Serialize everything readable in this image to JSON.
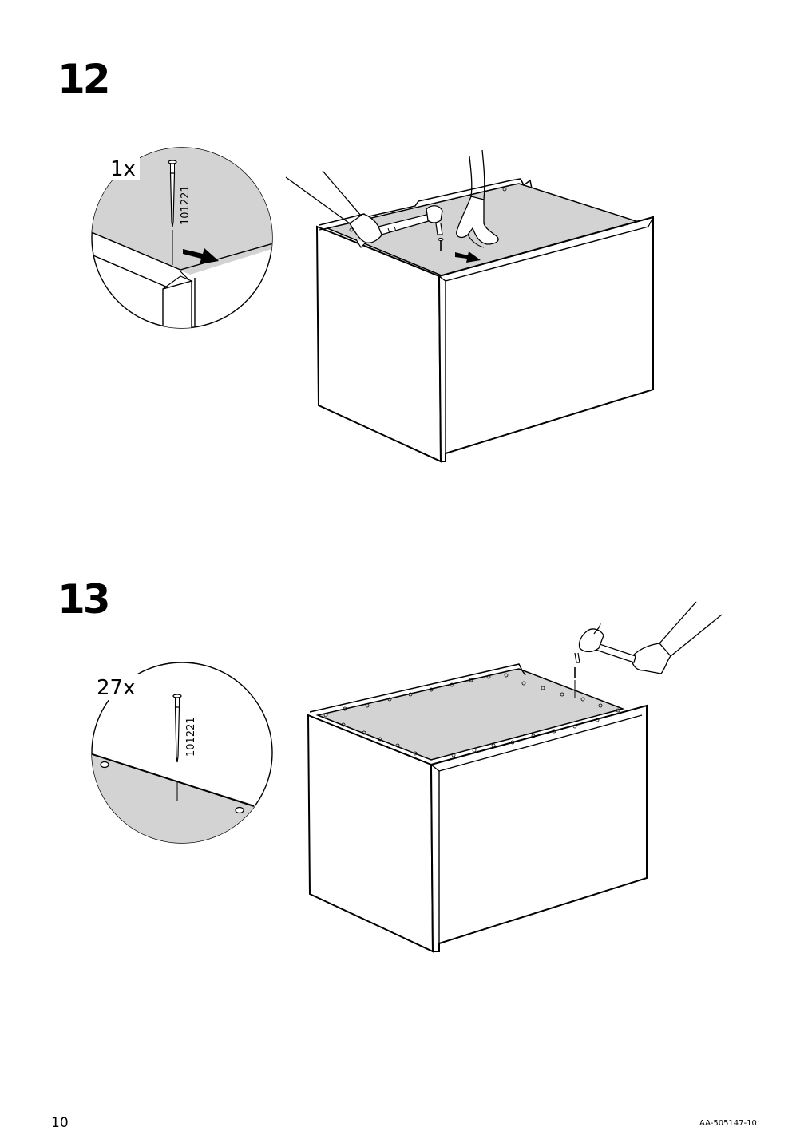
{
  "steps": [
    {
      "number": "12",
      "quantity": "1x",
      "part_number": "101221"
    },
    {
      "number": "13",
      "quantity": "27x",
      "part_number": "101221"
    }
  ],
  "footer": {
    "page_number": "10",
    "document_code": "AA-505147-10"
  },
  "colors": {
    "panel_fill": "#d3d3d3",
    "line": "#000000",
    "background": "#ffffff"
  },
  "icons": [
    "nail-icon",
    "hammer-icon",
    "hand-icon",
    "arrow-icon"
  ]
}
